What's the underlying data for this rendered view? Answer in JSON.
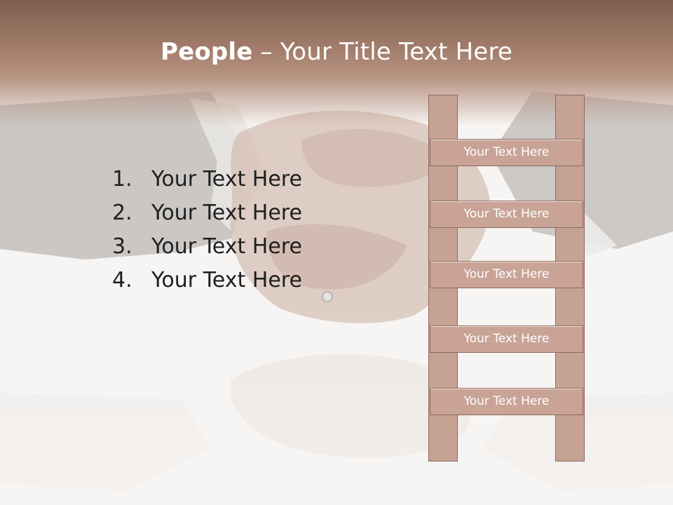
{
  "slide": {
    "title_bold": "People",
    "title_rest": " – Your Title Text Here",
    "list": [
      {
        "number": "1.",
        "text": "Your Text Here"
      },
      {
        "number": "2.",
        "text": "Your Text Here"
      },
      {
        "number": "3.",
        "text": "Your Text Here"
      },
      {
        "number": "4.",
        "text": "Your Text Here"
      }
    ],
    "ladder_rungs": [
      "Your Text Here",
      "Your Text Here",
      "Your Text Here",
      "Your Text Here",
      "Your Text Here"
    ]
  },
  "colors": {
    "header": "#7e5e4e",
    "ladder": "#c6a294",
    "ladder_border": "#8d6a5c",
    "background": "#f7f5f3"
  }
}
